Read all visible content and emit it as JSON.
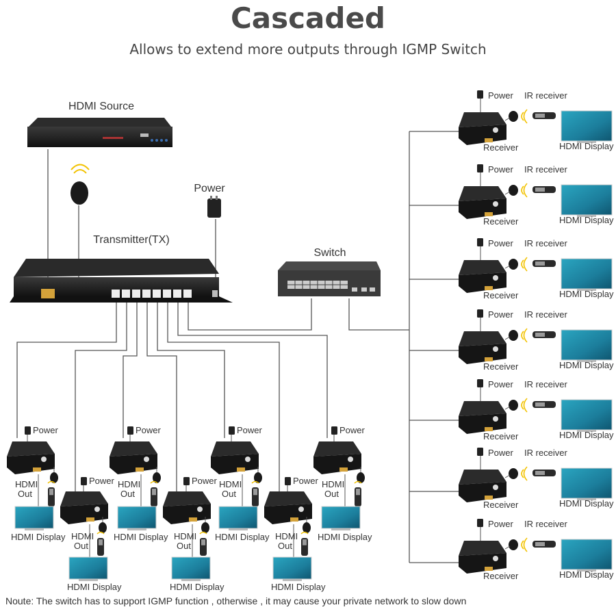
{
  "header": {
    "title": "Cascaded",
    "subtitle": "Allows to extend more outputs through IGMP Switch"
  },
  "labels": {
    "hdmi_source": "HDMI Source",
    "power": "Power",
    "transmitter": "Transmitter(TX)",
    "switch": "Switch",
    "ir_receiver": "IR receiver",
    "receiver": "Receiver",
    "hdmi_display": "HDMI Display",
    "hdmi": "HDMI",
    "out": "Out"
  },
  "note": "Noute: The switch has to support IGMP function , otherwise , it may cause your private network to slow down",
  "colors": {
    "wire": "#555555",
    "device": "#1e1e1e",
    "display_screen": "#1d8aa8",
    "ir_wave": "#f2c200",
    "text": "#333333"
  }
}
